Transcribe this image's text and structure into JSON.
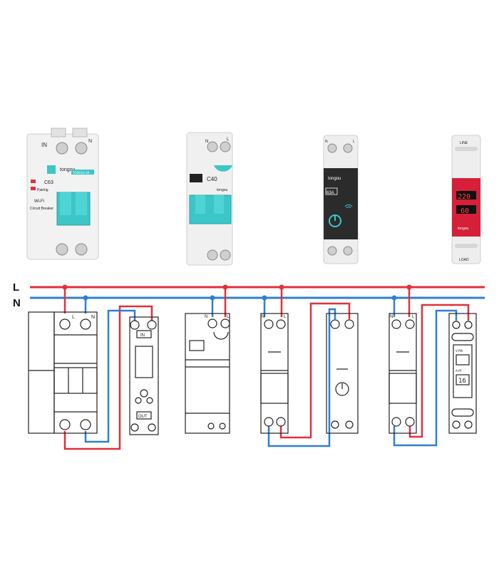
{
  "bus": {
    "line_label": "L",
    "neutral_label": "N",
    "line_color": "#e0313a",
    "neutral_color": "#2f7fd0"
  },
  "colors": {
    "accent_teal": "#3cc6c8",
    "smart_display_red": "#d6203a",
    "device_body": "#eeeeee",
    "schematic_stroke": "#222222"
  },
  "photos": {
    "breaker_2p": {
      "top_in": "IN",
      "top_n": "N",
      "brand": "tongou",
      "model": "TODGS2-40",
      "rating": "C63",
      "wifi": "Wi-Fi",
      "subtitle": "Circuit Breaker",
      "pairing": "Pairing"
    },
    "breaker_c40": {
      "rating": "C40",
      "brand": "tongou",
      "n": "N",
      "l": "L"
    },
    "relay_63a": {
      "brand": "tongou",
      "rating": "63A",
      "n": "N",
      "l": "L"
    },
    "meter": {
      "top": "LINE",
      "voltage": "220",
      "current": "60",
      "bottom": "LOAD",
      "brand": "tongou"
    }
  },
  "schematic": {
    "n": "N",
    "l": "L",
    "in_label": "IN",
    "out_label": "OUT",
    "meter_voltage_label": "V-PW",
    "meter_current_label": "A-PF",
    "meter_digits": "16"
  },
  "icon_names": [
    "power-icon",
    "wifi-icon",
    "screw-terminal-icon"
  ]
}
